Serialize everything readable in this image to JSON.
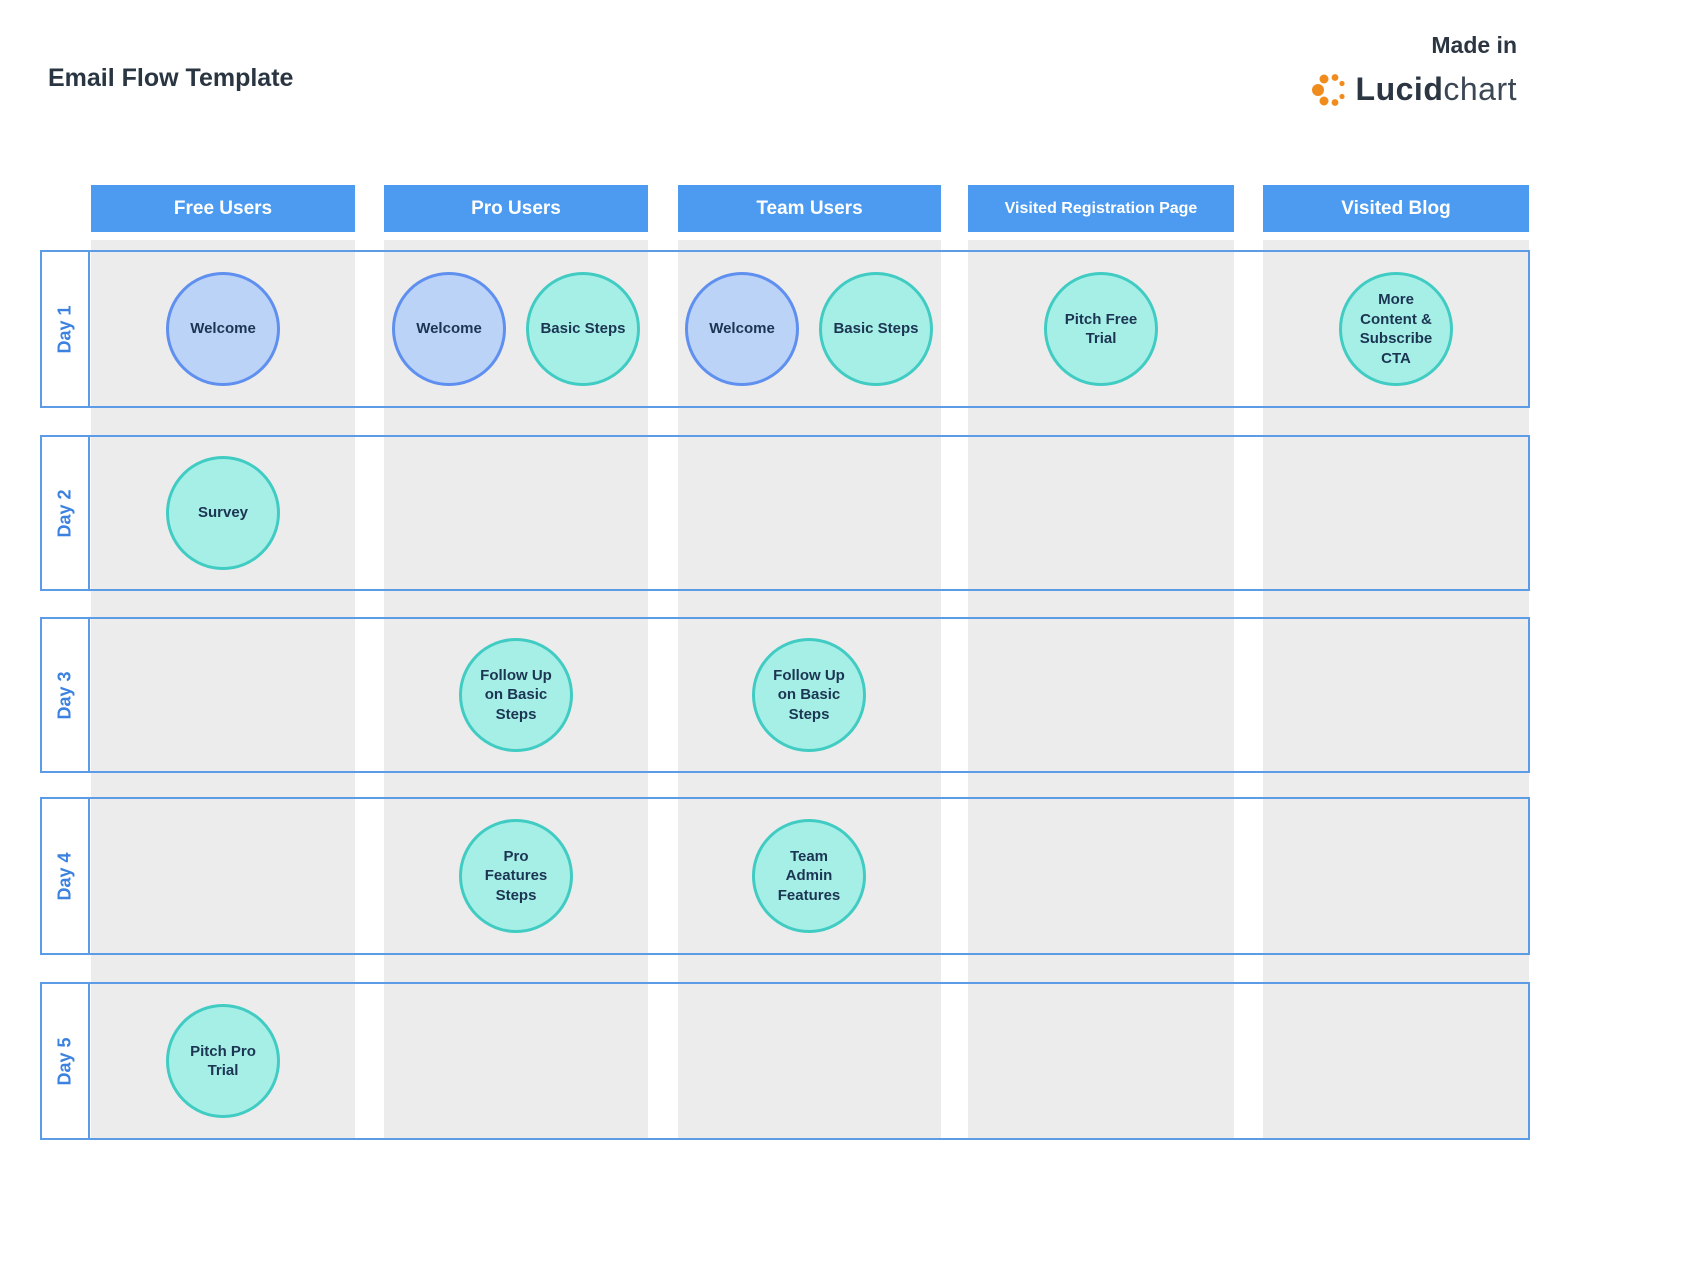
{
  "page": {
    "title": "Email Flow Template",
    "made_in": "Made in",
    "logo_lucid": "Lucid",
    "logo_chart": "chart"
  },
  "columns": [
    {
      "label": "Free Users"
    },
    {
      "label": "Pro Users"
    },
    {
      "label": "Team Users"
    },
    {
      "label": "Visited  Registration Page"
    },
    {
      "label": "Visited Blog"
    }
  ],
  "rows": [
    {
      "label": "Day 1"
    },
    {
      "label": "Day 2"
    },
    {
      "label": "Day 3"
    },
    {
      "label": "Day 4"
    },
    {
      "label": "Day 5"
    }
  ],
  "nodes": [
    {
      "label": "Welcome",
      "row": "Day 1",
      "column": "Free Users",
      "style": "blue"
    },
    {
      "label": "Welcome",
      "row": "Day 1",
      "column": "Pro Users",
      "style": "blue"
    },
    {
      "label": "Basic Steps",
      "row": "Day 1",
      "column": "Pro Users",
      "style": "teal"
    },
    {
      "label": "Welcome",
      "row": "Day 1",
      "column": "Team Users",
      "style": "blue"
    },
    {
      "label": "Basic Steps",
      "row": "Day 1",
      "column": "Team Users",
      "style": "teal"
    },
    {
      "label": "Pitch Free Trial",
      "row": "Day 1",
      "column": "Visited Registration Page",
      "style": "teal"
    },
    {
      "label": "More Content & Subscribe CTA",
      "row": "Day 1",
      "column": "Visited Blog",
      "style": "teal"
    },
    {
      "label": "Survey",
      "row": "Day 2",
      "column": "Free Users",
      "style": "teal"
    },
    {
      "label": "Follow Up on Basic Steps",
      "row": "Day 3",
      "column": "Pro Users",
      "style": "teal"
    },
    {
      "label": "Follow Up on Basic Steps",
      "row": "Day 3",
      "column": "Team Users",
      "style": "teal"
    },
    {
      "label": "Pro Features Steps",
      "row": "Day 4",
      "column": "Pro Users",
      "style": "teal"
    },
    {
      "label": "Team Admin Features",
      "row": "Day 4",
      "column": "Team Users",
      "style": "teal"
    },
    {
      "label": "Pitch Pro Trial",
      "row": "Day 5",
      "column": "Free Users",
      "style": "teal"
    }
  ],
  "colors": {
    "header_blue": "#4c9bf0",
    "row_border_blue": "#5c9ce6",
    "day_label_blue": "#3b82e0",
    "stripe_gray": "#ececec",
    "teal_fill": "#a6efe6",
    "teal_border": "#41ccc3",
    "blue_fill": "#bcd3f8",
    "blue_border": "#5f8fef",
    "node_text": "#1b3553",
    "logo_orange": "#f08c1e"
  }
}
